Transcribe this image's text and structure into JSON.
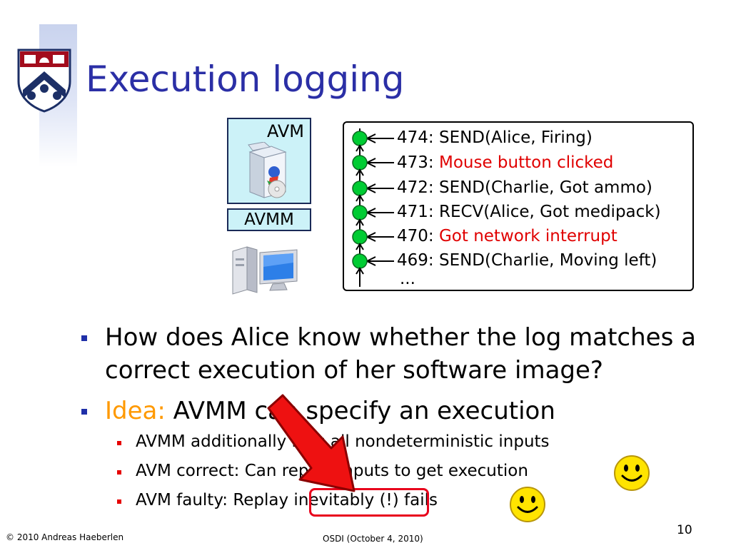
{
  "slide": {
    "title": "Execution logging",
    "diagram": {
      "avm_label": "AVM",
      "avmm_label": "AVMM",
      "log_entries": [
        {
          "num": "474: ",
          "text": "SEND(Alice, Firing)",
          "color": "#000000"
        },
        {
          "num": "473: ",
          "text": "Mouse button clicked",
          "color": "#e00000"
        },
        {
          "num": "472: ",
          "text": "SEND(Charlie, Got ammo)",
          "color": "#000000"
        },
        {
          "num": "471: ",
          "text": "RECV(Alice, Got medipack)",
          "color": "#000000"
        },
        {
          "num": "470: ",
          "text": "Got network interrupt",
          "color": "#e00000"
        },
        {
          "num": "469: ",
          "text": "SEND(Charlie, Moving left)",
          "color": "#000000"
        }
      ],
      "log_more": "..."
    },
    "bullets": {
      "b1": "How does Alice know whether the log matches a correct execution of her software image?",
      "b2_prefix": "Idea:",
      "b2_rest": " AVMM can specify an execution",
      "sub1": "AVMM additionally logs all nondeterministic inputs",
      "sub2": "AVM correct: Can replay inputs to get execution",
      "sub3": "AVM faulty: Replay inevitably (!) fails"
    },
    "footer": {
      "left": "© 2010 Andreas Haeberlen",
      "center": "OSDI (October 4, 2010)",
      "page": "10"
    },
    "colors": {
      "title": "#2b2fa6",
      "accent_red": "#e00000",
      "idea_orange": "#ff9900",
      "node_green": "#00cc33",
      "highlight_red": "#e8001c"
    },
    "icons": [
      "penn-shield-icon",
      "software-box-icon",
      "desktop-computer-icon",
      "red-arrow-icon",
      "smiley-icon"
    ]
  }
}
